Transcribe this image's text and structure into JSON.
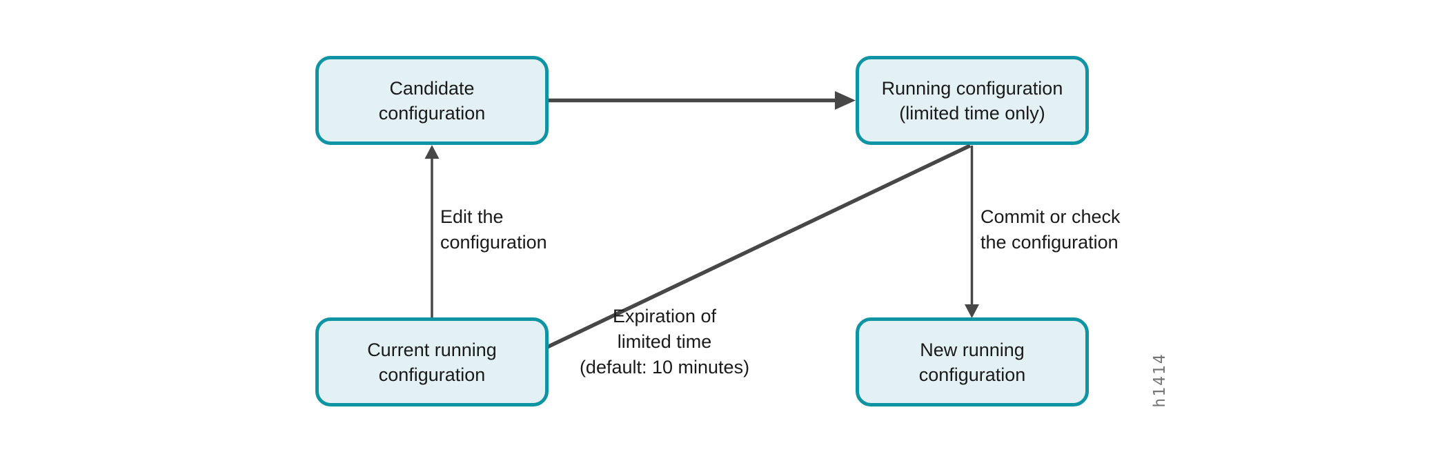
{
  "colors": {
    "node_fill": "#e3f0f4",
    "node_border": "#0f94a4",
    "connector": "#474748",
    "label_text": "#1a1a1a",
    "figure_code_text": "#757575"
  },
  "nodes": {
    "candidate": {
      "lines": [
        "Candidate",
        "configuration"
      ]
    },
    "running_limited": {
      "lines": [
        "Running configuration",
        "(limited time only)"
      ]
    },
    "current_running": {
      "lines": [
        "Current running",
        "configuration"
      ]
    },
    "new_running": {
      "lines": [
        "New running",
        "configuration"
      ]
    }
  },
  "edge_labels": {
    "edit": {
      "lines": [
        "Edit the",
        "configuration"
      ]
    },
    "commit": {
      "lines": [
        "Commit or check",
        "the configuration"
      ]
    },
    "expiration": {
      "lines": [
        "Expiration of",
        "limited time",
        "(default: 10 minutes)"
      ]
    }
  },
  "edges": [
    {
      "from": "candidate",
      "to": "running_limited",
      "label": ""
    },
    {
      "from": "current_running",
      "to": "candidate",
      "label": "Edit the configuration"
    },
    {
      "from": "running_limited",
      "to": "new_running",
      "label": "Commit or check the configuration"
    },
    {
      "from": "running_limited",
      "to": "current_running",
      "label": "Expiration of limited time (default: 10 minutes)"
    }
  ],
  "figure_code": "h1414"
}
